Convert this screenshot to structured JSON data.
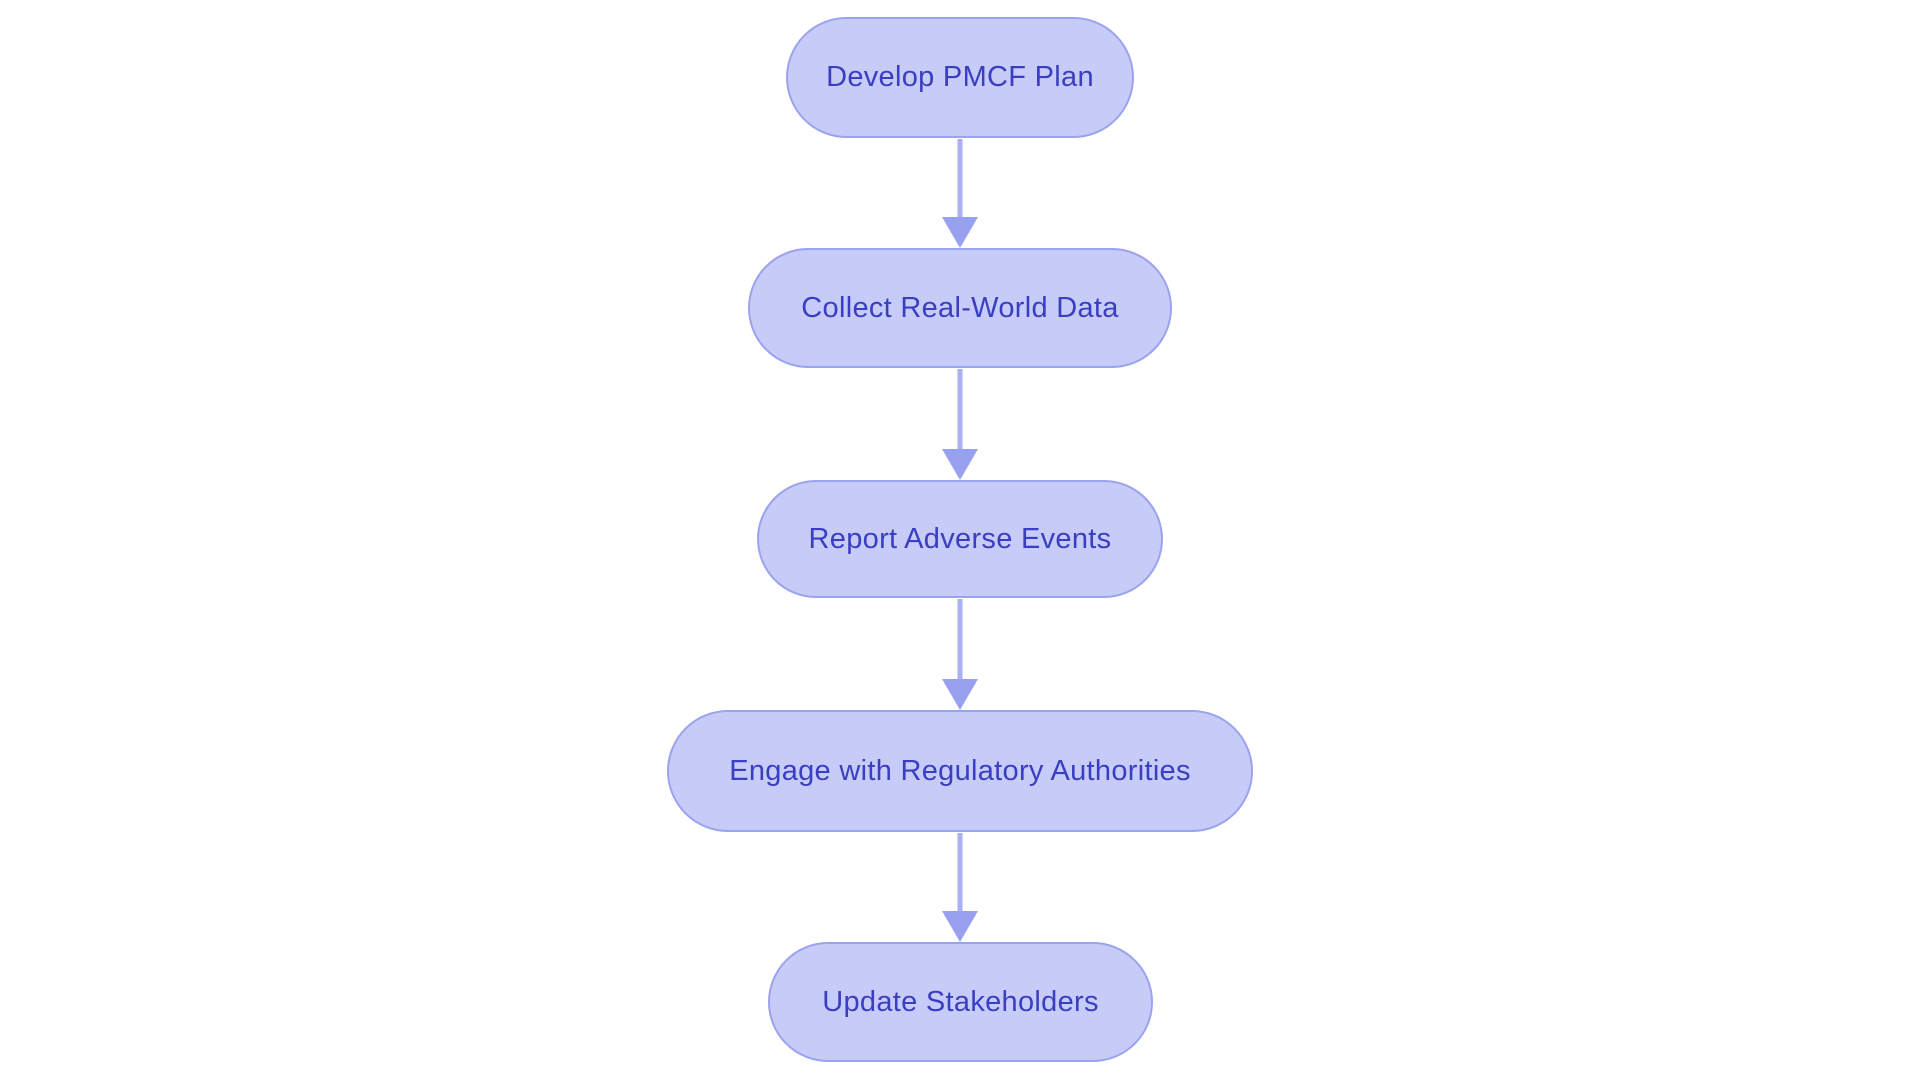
{
  "diagram": {
    "type": "flowchart",
    "direction": "top-down",
    "background": "#ffffff",
    "colors": {
      "node_fill": "#c7cbf8",
      "node_border": "#9ba3ee",
      "node_text": "#3a3ec0",
      "arrow_shaft": "#aab0f2",
      "arrow_head": "#98a0f0"
    },
    "nodes": [
      {
        "id": "n1",
        "label": "Develop PMCF Plan"
      },
      {
        "id": "n2",
        "label": "Collect Real-World Data"
      },
      {
        "id": "n3",
        "label": "Report Adverse Events"
      },
      {
        "id": "n4",
        "label": "Engage with Regulatory Authorities"
      },
      {
        "id": "n5",
        "label": "Update Stakeholders"
      }
    ],
    "edges": [
      {
        "from": "n1",
        "to": "n2"
      },
      {
        "from": "n2",
        "to": "n3"
      },
      {
        "from": "n3",
        "to": "n4"
      },
      {
        "from": "n4",
        "to": "n5"
      }
    ]
  }
}
